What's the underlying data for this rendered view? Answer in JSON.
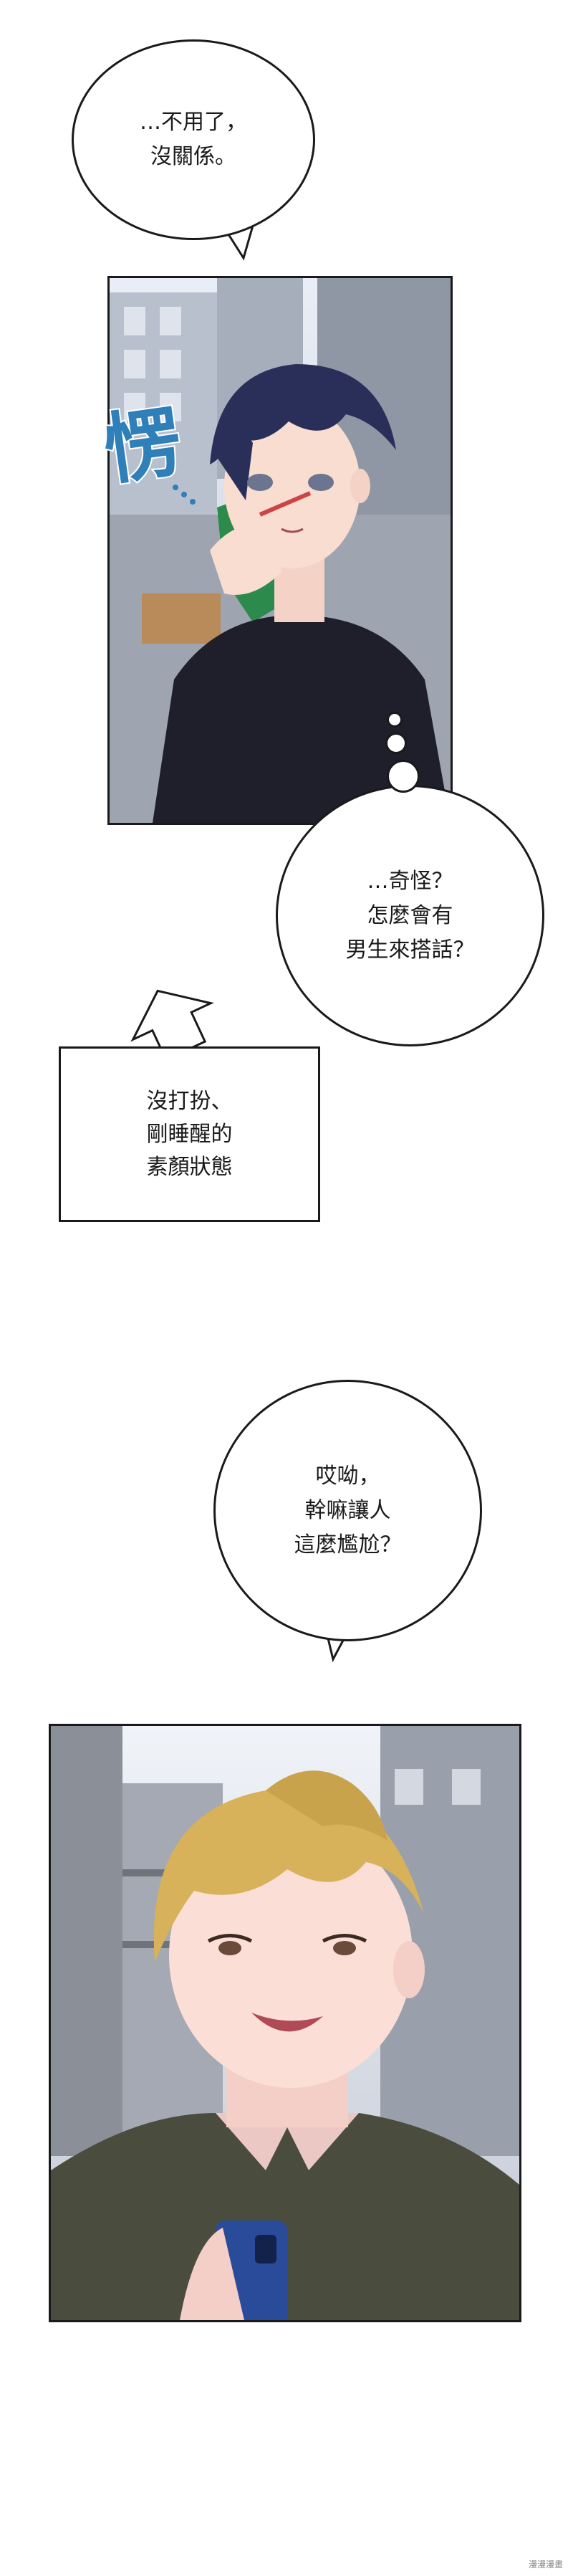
{
  "bubbles": {
    "no_need": "…不用了，\n沒關係。",
    "weird": "…奇怪？\n怎麼會有\n男生來搭話？",
    "awkward": "哎呦，\n幹嘛讓人\n這麼尷尬？"
  },
  "caption": "沒打扮、\n剛睡醒的\n素顏狀態",
  "sfx": "愣",
  "watermark": "漫漫漫畫",
  "colors": {
    "panel_border": "#1a1a1a",
    "hair_dark": "#2a2f5a",
    "hair_blond": "#d8b25a",
    "shirt_dark": "#1e1f2a",
    "shirt_olive": "#4a4d3e",
    "sfx_blue": "#2f7fb8"
  }
}
